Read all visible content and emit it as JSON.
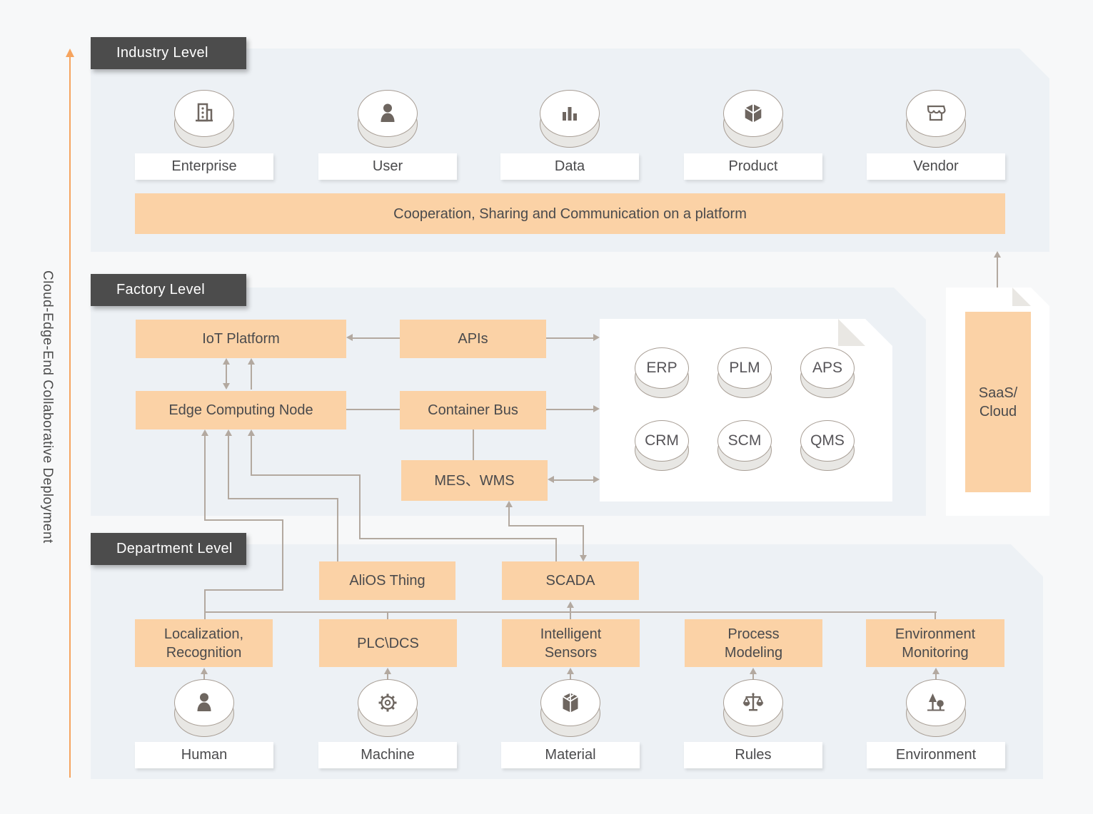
{
  "axis": {
    "label": "Cloud-Edge-End Collaborative Deployment"
  },
  "industry": {
    "level_label": "Industry Level",
    "entities": [
      {
        "label": "Enterprise",
        "icon": "building-icon"
      },
      {
        "label": "User",
        "icon": "user-icon"
      },
      {
        "label": "Data",
        "icon": "bar-chart-icon"
      },
      {
        "label": "Product",
        "icon": "cube-icon"
      },
      {
        "label": "Vendor",
        "icon": "storefront-icon"
      }
    ],
    "platform_bar_label": "Cooperation, Sharing and Communication on a platform"
  },
  "factory": {
    "level_label": "Factory Level",
    "iot_platform": "IoT Platform",
    "apis": "APIs",
    "edge_node": "Edge Computing Node",
    "container_bus": "Container Bus",
    "mes_wms": "MES、WMS",
    "systems": [
      "ERP",
      "PLM",
      "APS",
      "CRM",
      "SCM",
      "QMS"
    ],
    "saas_lines": [
      "SaaS/",
      "Cloud"
    ]
  },
  "department": {
    "level_label": "Department Level",
    "gateways": [
      "AliOS Thing",
      "SCADA"
    ],
    "functions": [
      "Localization, Recognition",
      "PLC\\DCS",
      "Intelligent Sensors",
      "Process Modeling",
      "Environment Monitoring"
    ],
    "resources": [
      {
        "label": "Human",
        "icon": "person-icon"
      },
      {
        "label": "Machine",
        "icon": "gear-icon"
      },
      {
        "label": "Material",
        "icon": "package-icon"
      },
      {
        "label": "Rules",
        "icon": "scale-icon"
      },
      {
        "label": "Environment",
        "icon": "trees-icon"
      }
    ]
  },
  "colors": {
    "highlight_orange": "#fbd2a6",
    "axis_arrow_orange": "#f6a45f",
    "level_tag_gray": "#4c4c4c",
    "panel_blue_gray": "#edf1f5",
    "connector_gray": "#b3a9a0"
  }
}
